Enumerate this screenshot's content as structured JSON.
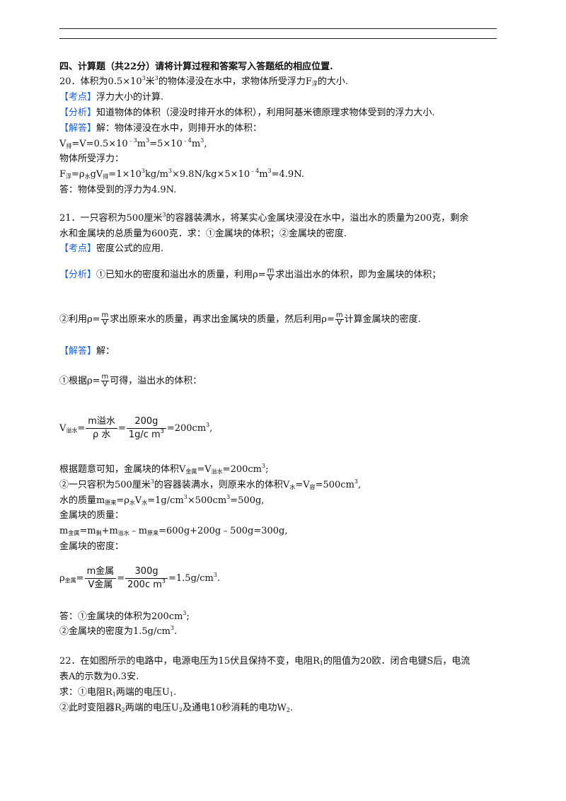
{
  "section_title": "四、计算题（共22分）请将计算过程和答案写入答题纸的相应位置.",
  "q20": {
    "stem_a": "20．体积为0.5×10",
    "stem_b": "3",
    "stem_c": "米",
    "stem_d": "3",
    "stem_e": "的物体浸没在水中，求物体所受浮力F",
    "stem_f": "浮",
    "stem_g": "的大小.",
    "kaodian_tag": "【考点】",
    "kaodian": "浮力大小的计算.",
    "fenxi_tag": "【分析】",
    "fenxi": "知道物体的体积（浸没时排开水的体积），利用阿基米德原理求物体受到的浮力大小.",
    "jieda_tag": "【解答】",
    "jieda": "解：物体浸没在水中，则排开水的体积：",
    "line_v": [
      "V",
      "排",
      "=V=0.5×10",
      "﹣3",
      "m",
      "3",
      "=5×10",
      "﹣4",
      "m",
      "3",
      ","
    ],
    "fuli_label": "物体所受浮力：",
    "line_f": [
      "F",
      "浮",
      "=ρ",
      "水",
      "gV",
      "排",
      "=1×10",
      "3",
      "kg/m",
      "3",
      "×9.8N/kg×5×10",
      "﹣4",
      "m",
      "3",
      "=4.9N."
    ],
    "answer": "答：物体受到的浮力为4.9N."
  },
  "q21": {
    "stem1_a": "21．一只容积为500厘米",
    "stem1_b": "3",
    "stem1_c": "的容器装满水，将某实心金属块浸没在水中，溢出水的质量为200克，剩余",
    "stem2": "水和金属块的总质量为600克．求：①金属块的体积；②金属块的密度.",
    "kaodian_tag": "【考点】",
    "kaodian": "密度公式的应用.",
    "fenxi_tag": "【分析】",
    "fenxi1_a": "①已知水的密度和溢出水的质量，利用ρ=",
    "fenxi1_b": "求出溢出水的体积，即为金属块的体积；",
    "fenxi2_a": "②利用ρ=",
    "fenxi2_b": "求出原来水的质量，再求出金属块的质量，然后利用ρ=",
    "fenxi2_c": "计算金属块的密度.",
    "frac_m": "m",
    "frac_v": "V",
    "jieda_tag": "【解答】",
    "jieda": "解：",
    "step1_a": "①根据ρ=",
    "step1_b": "可得，溢出水的体积：",
    "v_label": "V",
    "v_sub": "溢水",
    "v_num1": "m溢水",
    "v_den1": "ρ 水",
    "v_num2": "200g",
    "v_den2": "1g/c m",
    "v_den2_sup": "3",
    "v_result": "=200cm",
    "v_result_sup": "3",
    "v_result_end": ",",
    "r1": [
      "根据题意可知，金属块的体积V",
      "金属",
      "=V",
      "溢水",
      "=200cm",
      "3",
      ";"
    ],
    "r2": [
      "②一只容积为500厘米",
      "3",
      "的容器装满水，则原来水的体积V",
      "水",
      "=V",
      "容",
      "=500cm",
      "3",
      ","
    ],
    "r3": [
      "水的质量m",
      "原来",
      "=ρ",
      "水",
      "V",
      "水",
      "=1g/cm",
      "3",
      "×500cm",
      "3",
      "=500g,"
    ],
    "r4": "金属块的质量：",
    "r5": [
      "m",
      "金属",
      "=m",
      "剩",
      "+m",
      "溢水",
      "﹣m",
      "原来",
      "=600g+200g﹣500g=300g,"
    ],
    "r6": "金属块的密度：",
    "rho_label": "ρ",
    "rho_sub": "金属",
    "rho_num1": "m金属",
    "rho_den1": "V金属",
    "rho_num2": "300g",
    "rho_den2": "200c m",
    "rho_den2_sup": "3",
    "rho_result": "=1.5g/cm",
    "rho_result_sup": "3",
    "rho_result_end": ".",
    "ans1": [
      "答：①金属块的体积为200cm",
      "3",
      ";"
    ],
    "ans2": [
      "②金属块的密度为1.5g/cm",
      "3",
      "."
    ]
  },
  "q22": {
    "l1": [
      "22．在如图所示的电路中，电源电压为15伏且保持不变，电阻R",
      "1",
      "的阻值为20欧．闭合电键S后，电流"
    ],
    "l2": "表A的示数为0.3安.",
    "l3": [
      "求：①电阻R",
      "1",
      "两端的电压U",
      "1",
      "."
    ],
    "l4": [
      "②此时变阻器R",
      "2",
      "两端的电压U",
      "2",
      "及通电10秒消耗的电功W",
      "2",
      "."
    ]
  }
}
